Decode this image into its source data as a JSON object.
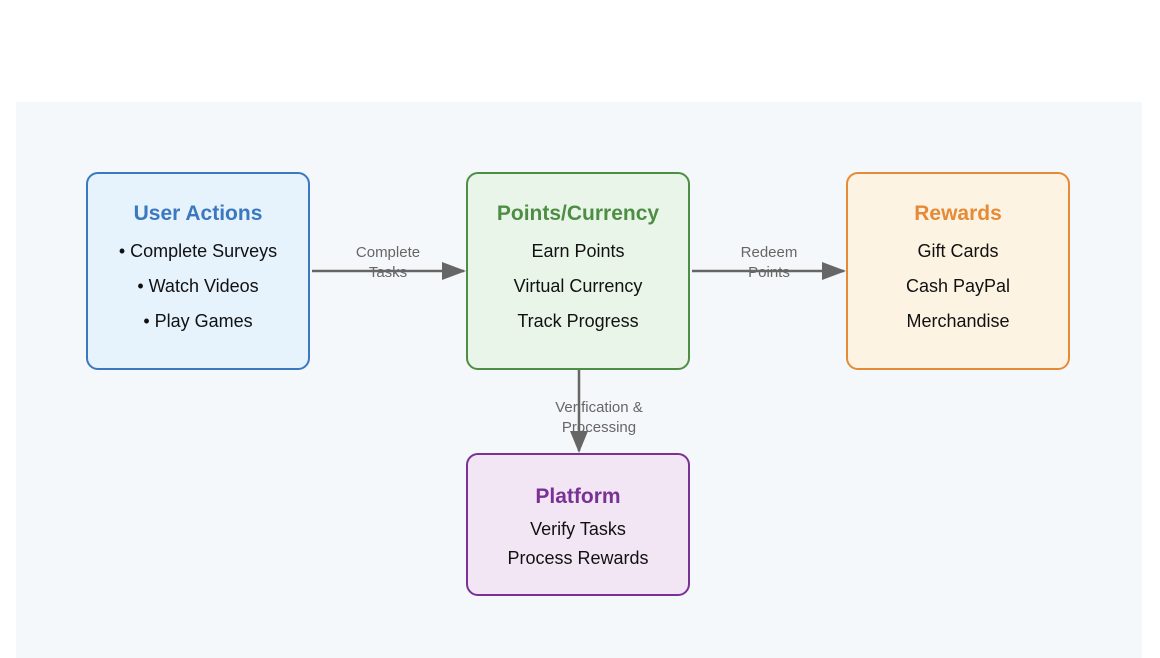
{
  "nodes": {
    "user_actions": {
      "title": "User Actions",
      "lines": [
        "• Complete Surveys",
        "• Watch Videos",
        "• Play Games"
      ]
    },
    "points": {
      "title": "Points/Currency",
      "lines": [
        "Earn Points",
        "Virtual Currency",
        "Track Progress"
      ]
    },
    "rewards": {
      "title": "Rewards",
      "lines": [
        "Gift Cards",
        "Cash PayPal",
        "Merchandise"
      ]
    },
    "platform": {
      "title": "Platform",
      "lines": [
        "Verify Tasks",
        "Process Rewards"
      ]
    }
  },
  "edges": {
    "complete_tasks": {
      "line1": "Complete",
      "line2": "Tasks"
    },
    "redeem_points": {
      "line1": "Redeem",
      "line2": "Points"
    },
    "verification": {
      "line1": "Verification &",
      "line2": "Processing"
    }
  },
  "colors": {
    "user_actions": "#3a78bf",
    "points": "#4e8e44",
    "rewards": "#e58a36",
    "platform": "#7a3196",
    "edge": "#666666"
  }
}
